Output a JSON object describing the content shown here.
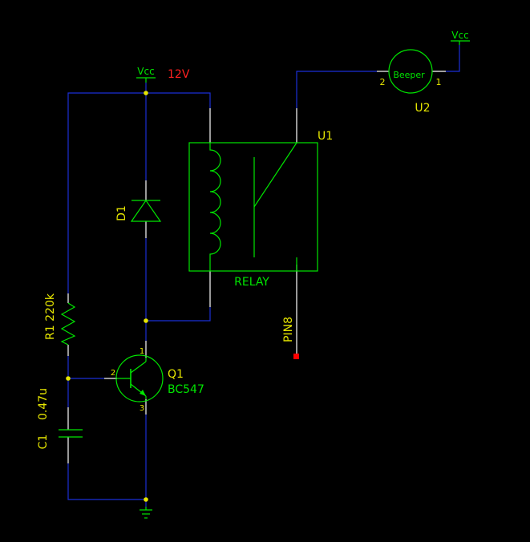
{
  "colors": {
    "background": "#000000",
    "wire": "#1a2fd6",
    "component": "#00e600",
    "label": "#e6e600",
    "pin": "#ffffff",
    "junction": "#e6e600",
    "supply_value": "#ff2020",
    "probe": "#ff0000"
  },
  "labels": {
    "vcc_main": "Vcc",
    "vcc_voltage": "12V",
    "vcc_beeper": "Vcc",
    "beeper_text": "Beeper",
    "beeper_pin2": "2",
    "beeper_pin1": "1",
    "u2": "U2",
    "u1": "U1",
    "relay": "RELAY",
    "d1": "D1",
    "r1": "R1 220k",
    "c1": "C1",
    "c1_value": "0.47u",
    "pin8": "PIN8",
    "q1": "Q1",
    "q1_part": "BC547",
    "q1_pin1": "1",
    "q1_pin2": "2",
    "q1_pin3": "3"
  }
}
